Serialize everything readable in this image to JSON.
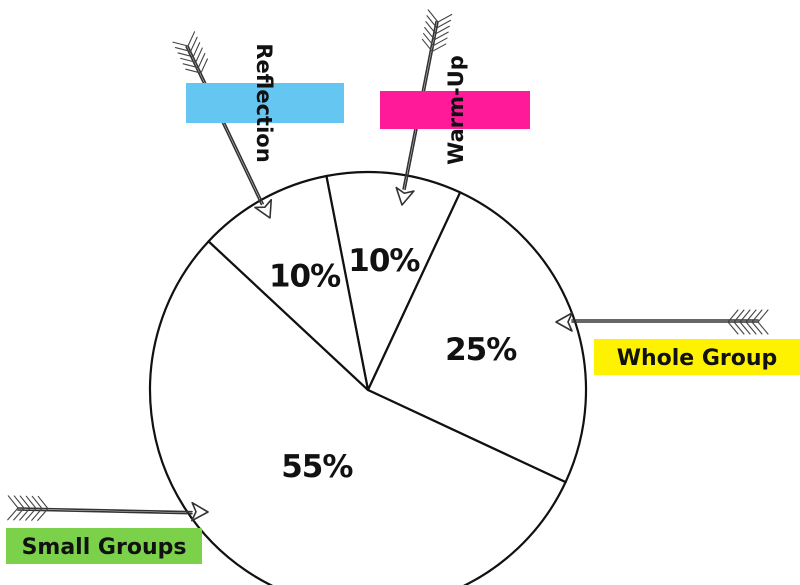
{
  "chart_data": {
    "type": "pie",
    "title": "",
    "slices": [
      {
        "label": "Warm-Up",
        "value": 10,
        "display": "10%",
        "color": "#ff1a9a"
      },
      {
        "label": "Whole Group",
        "value": 25,
        "display": "25%",
        "color": "#fff200"
      },
      {
        "label": "Small Groups",
        "value": 55,
        "display": "55%",
        "color": "#7bd24a"
      },
      {
        "label": "Reflection",
        "value": 10,
        "display": "10%",
        "color": "#66c6f2"
      }
    ],
    "slice_fill": "#ffffff",
    "outline_color": "#111111",
    "legend": "arrow-callouts"
  }
}
